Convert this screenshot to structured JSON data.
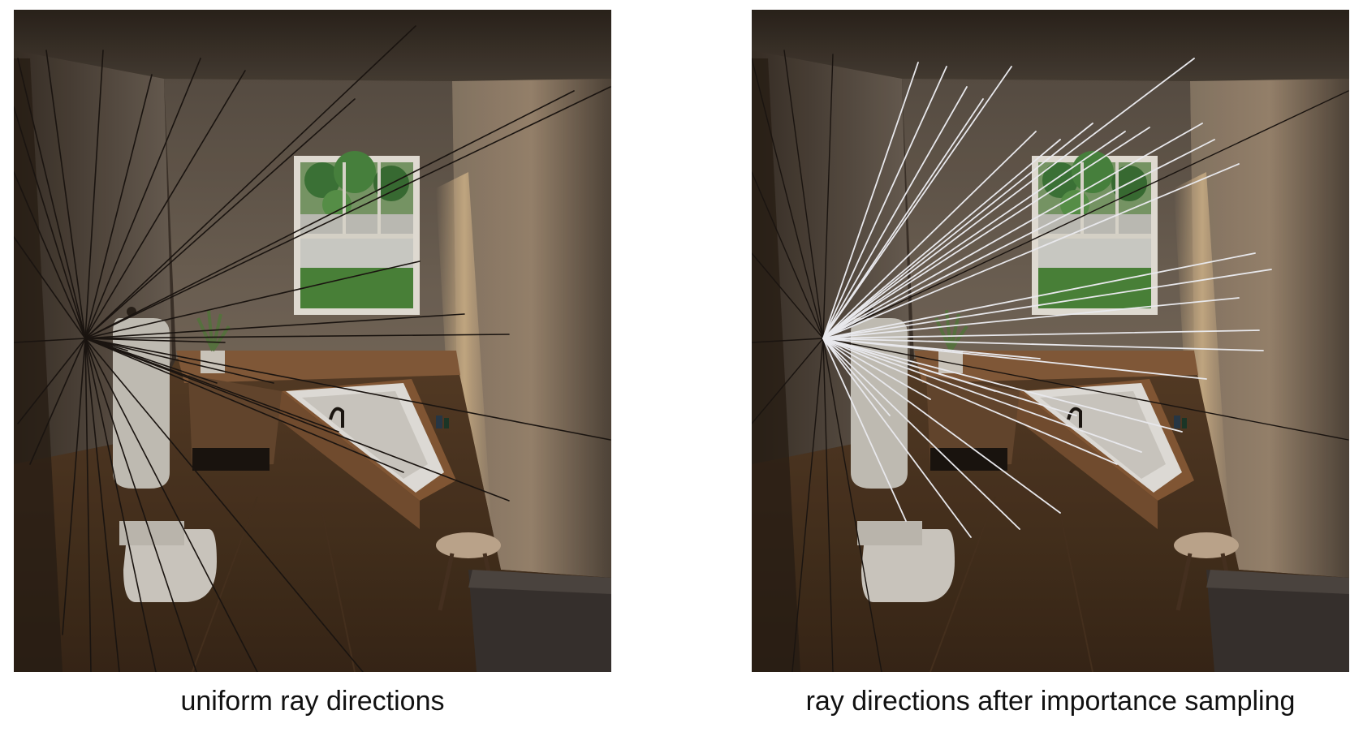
{
  "figure": {
    "captions": {
      "left": "uniform ray directions",
      "right": "ray directions after importance sampling"
    }
  },
  "colors": {
    "background": "#ffffff",
    "uniform_ray": "#1a1410",
    "importance_ray": "#e8e8ec",
    "caption_text": "#111111"
  },
  "scene": {
    "name": "bathroom-interior",
    "objects": [
      "window-icon",
      "bathtub-icon",
      "toilet-icon",
      "plant-icon",
      "towel-icon",
      "stool-icon",
      "cabinet-icon"
    ]
  }
}
